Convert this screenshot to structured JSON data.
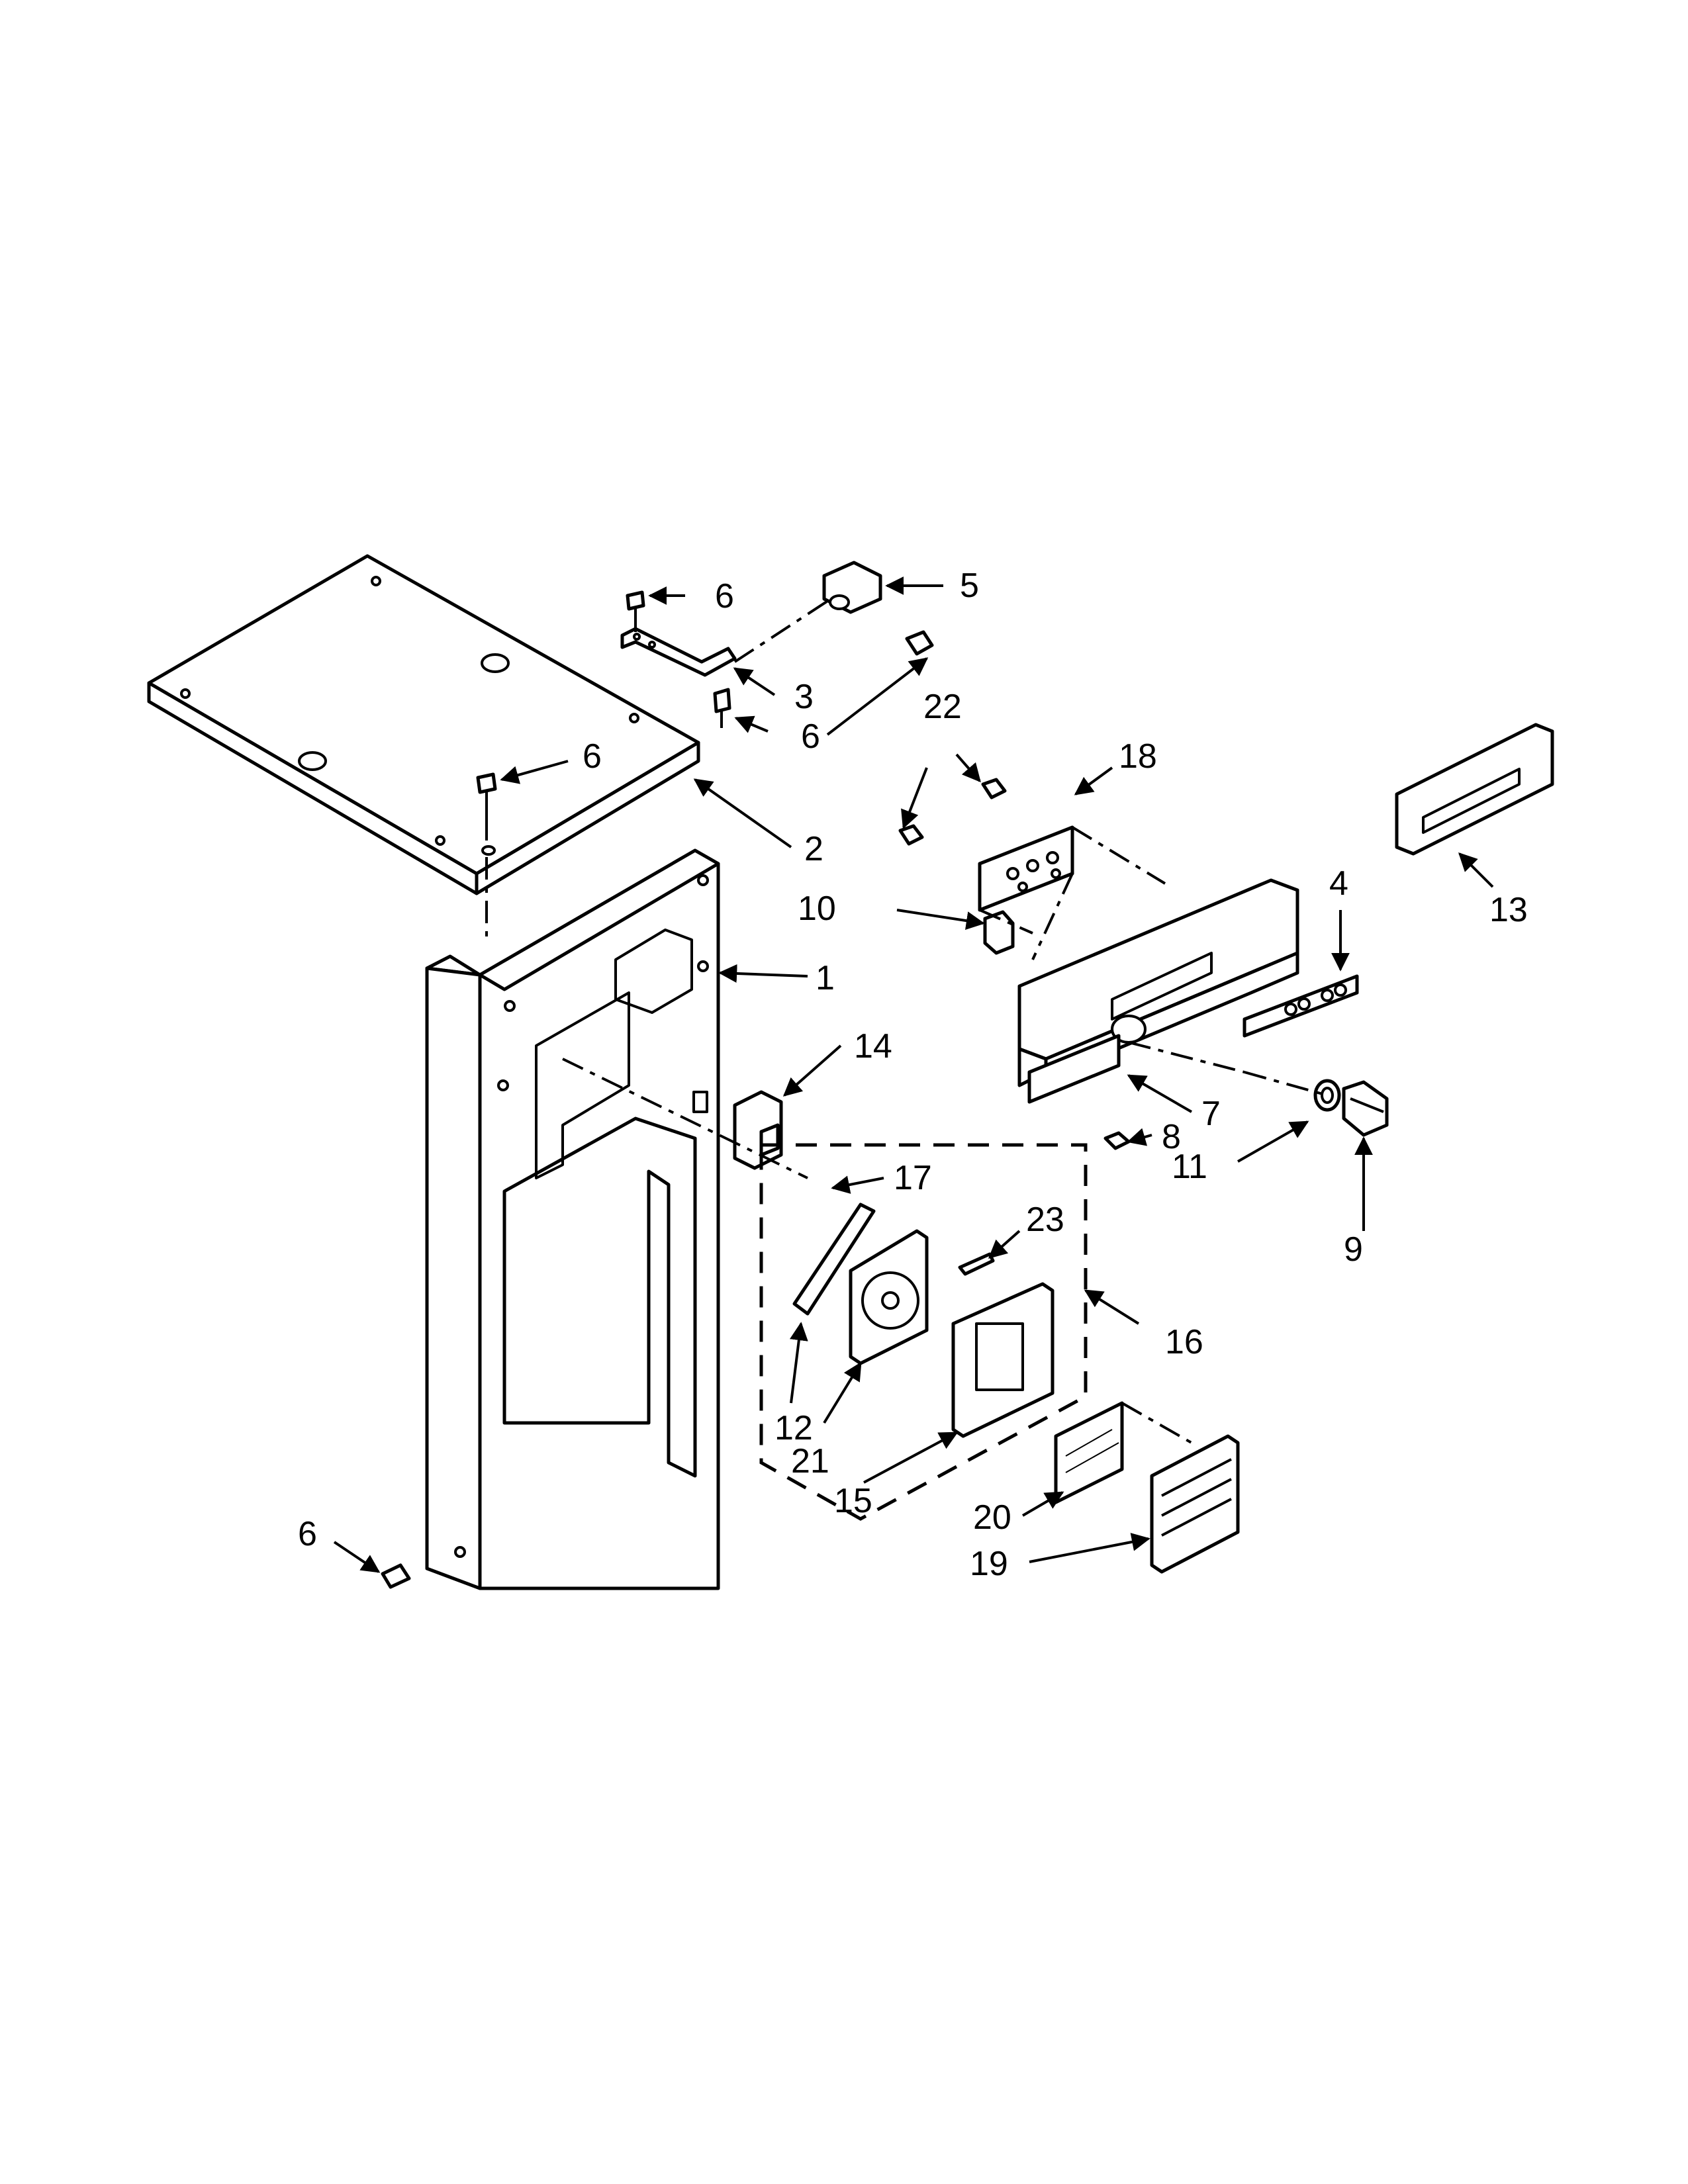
{
  "callouts": [
    {
      "id": "c1",
      "label": "1"
    },
    {
      "id": "c2",
      "label": "2"
    },
    {
      "id": "c3",
      "label": "3"
    },
    {
      "id": "c4",
      "label": "4"
    },
    {
      "id": "c5",
      "label": "5"
    },
    {
      "id": "c6a",
      "label": "6"
    },
    {
      "id": "c6b",
      "label": "6"
    },
    {
      "id": "c6c",
      "label": "6"
    },
    {
      "id": "c6d",
      "label": "6"
    },
    {
      "id": "c7",
      "label": "7"
    },
    {
      "id": "c8",
      "label": "8"
    },
    {
      "id": "c9",
      "label": "9"
    },
    {
      "id": "c10",
      "label": "10"
    },
    {
      "id": "c11",
      "label": "11"
    },
    {
      "id": "c12",
      "label": "12"
    },
    {
      "id": "c13",
      "label": "13"
    },
    {
      "id": "c14",
      "label": "14"
    },
    {
      "id": "c15",
      "label": "15"
    },
    {
      "id": "c16",
      "label": "16"
    },
    {
      "id": "c17",
      "label": "17"
    },
    {
      "id": "c18",
      "label": "18"
    },
    {
      "id": "c19",
      "label": "19"
    },
    {
      "id": "c20",
      "label": "20"
    },
    {
      "id": "c21",
      "label": "21"
    },
    {
      "id": "c22",
      "label": "22"
    },
    {
      "id": "c23",
      "label": "23"
    }
  ],
  "colors": {
    "ink": "#000000",
    "paper": "#ffffff"
  }
}
